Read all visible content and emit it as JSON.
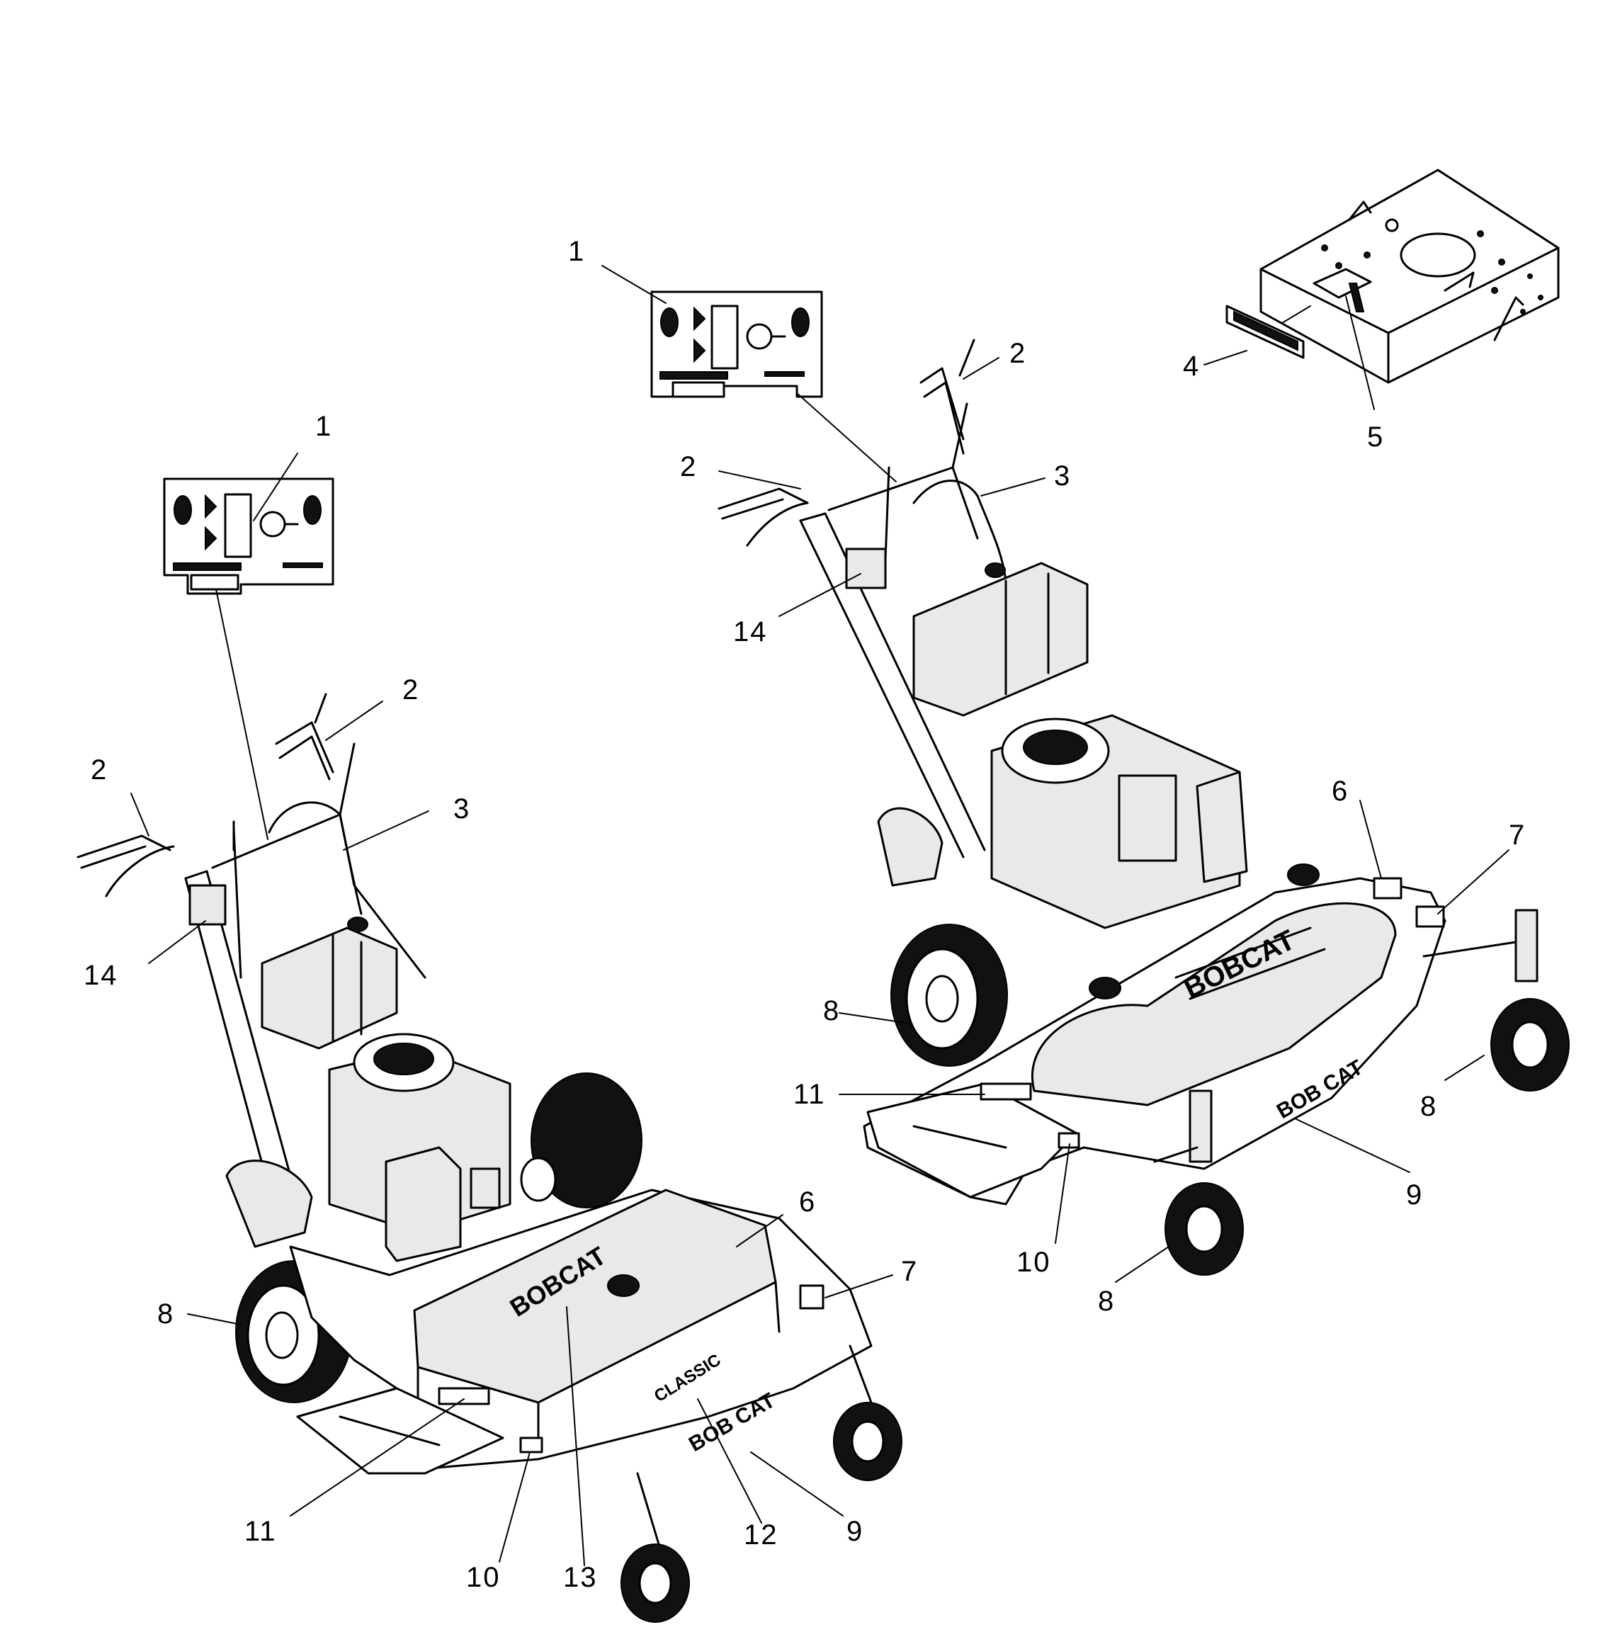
{
  "callouts": {
    "left_1": "1",
    "left_2a": "2",
    "left_2b": "2",
    "left_3": "3",
    "left_14": "14",
    "left_8": "8",
    "left_6": "6",
    "left_7": "7",
    "left_11": "11",
    "left_10": "10",
    "left_13": "13",
    "left_12": "12",
    "left_9": "9",
    "right_1": "1",
    "right_2a": "2",
    "right_2b": "2",
    "right_3": "3",
    "right_14": "14",
    "right_8a": "8",
    "right_8b": "8",
    "right_8c": "8",
    "right_6": "6",
    "right_7": "7",
    "right_11": "11",
    "right_10": "10",
    "right_9": "9",
    "inset_4": "4",
    "inset_5": "5"
  }
}
